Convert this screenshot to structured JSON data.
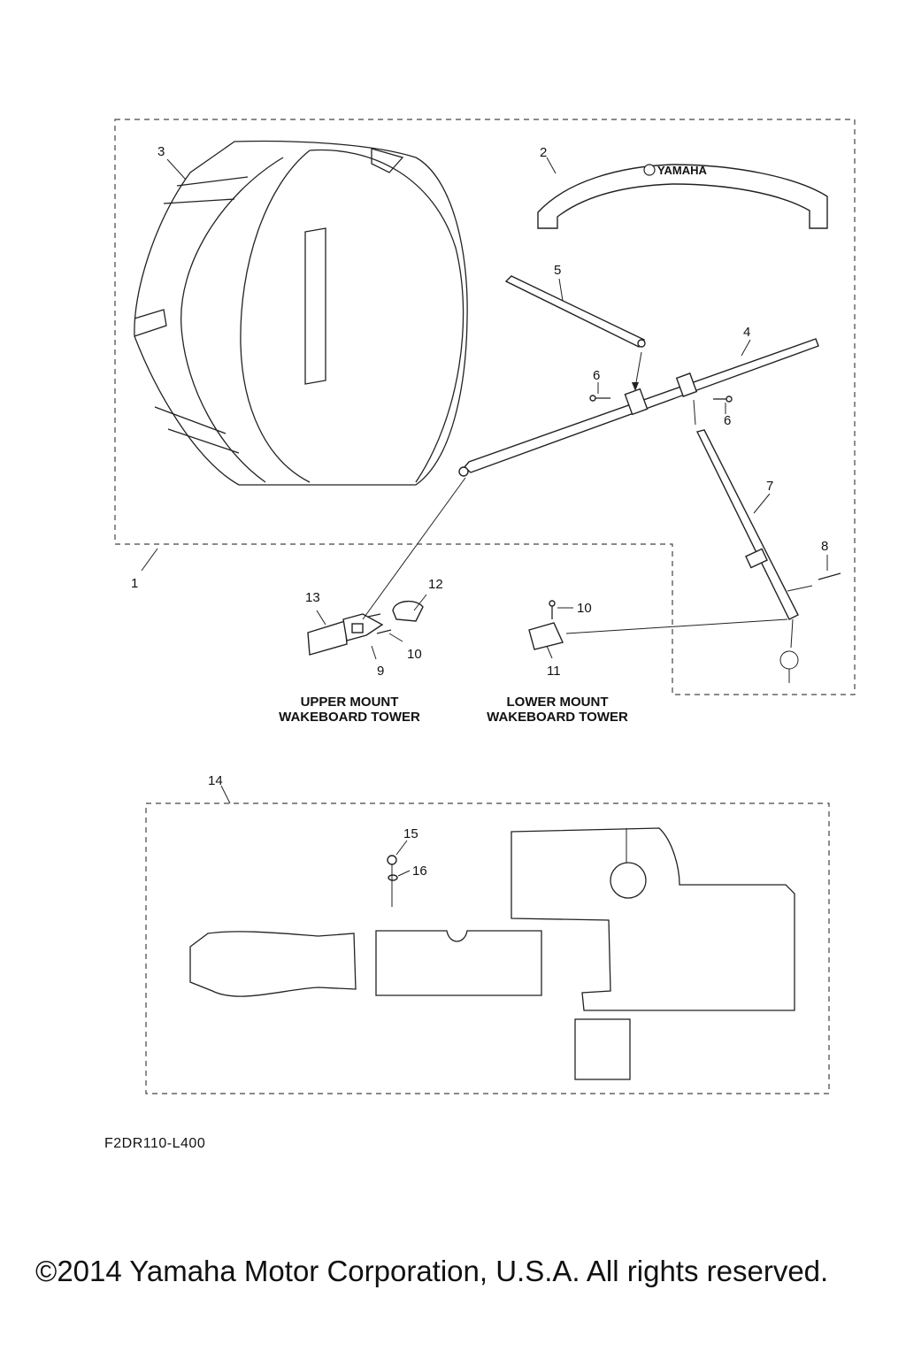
{
  "callouts": {
    "c1": "1",
    "c2": "2",
    "c3": "3",
    "c4": "4",
    "c5": "5",
    "c6a": "6",
    "c6b": "6",
    "c7": "7",
    "c8": "8",
    "c9": "9",
    "c10a": "10",
    "c10b": "10",
    "c11": "11",
    "c12": "12",
    "c13": "13",
    "c14": "14",
    "c15": "15",
    "c16": "16"
  },
  "mounts": {
    "upper_line1": "UPPER  MOUNT",
    "upper_line2": "WAKEBOARD TOWER",
    "lower_line1": "LOWER  MOUNT",
    "lower_line2": "WAKEBOARD TOWER"
  },
  "logo_text": "YAMAHA",
  "diagram_code": "F2DR110-L400",
  "copyright": "©2014 Yamaha Motor Corporation, U.S.A. All rights reserved."
}
